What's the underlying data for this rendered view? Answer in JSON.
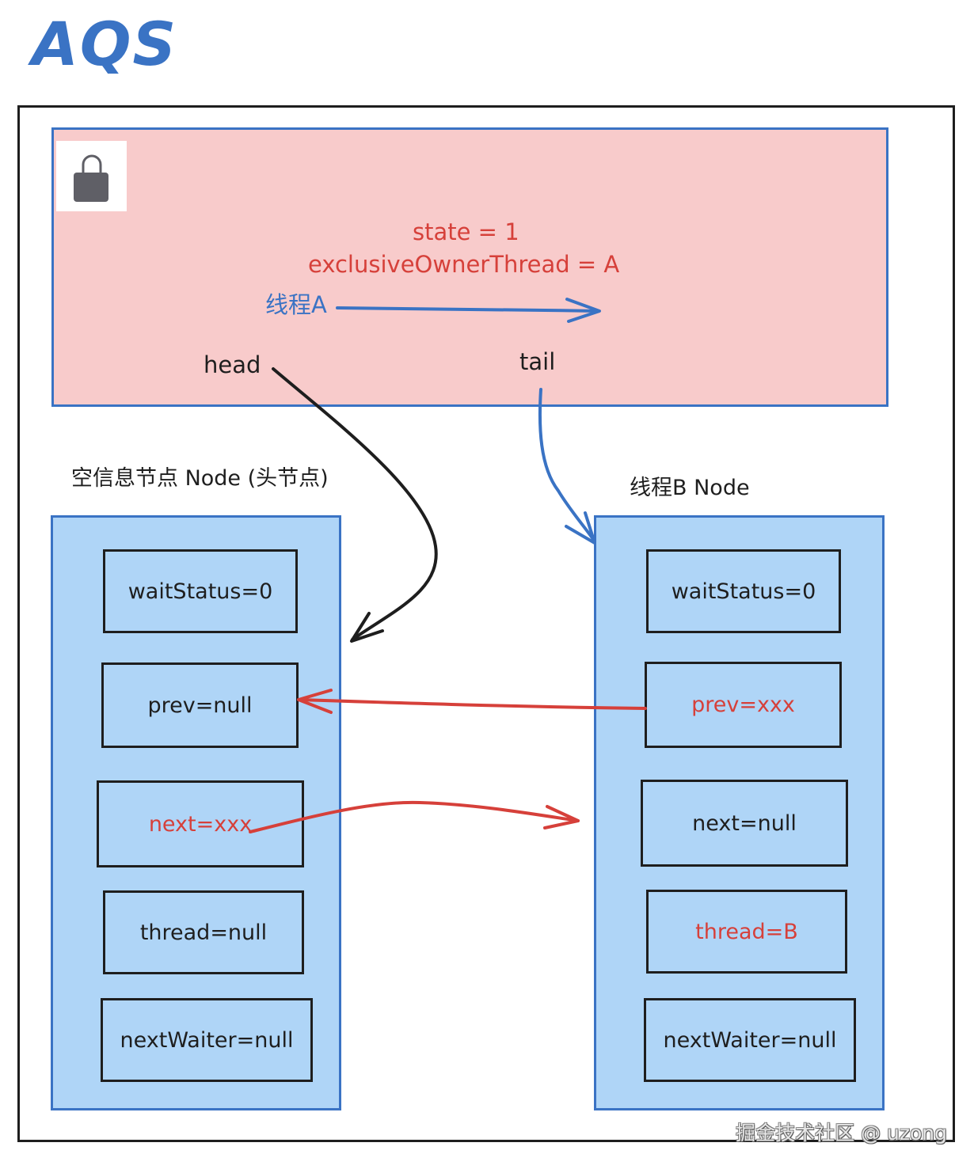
{
  "title": "AQS",
  "aqs": {
    "lock_icon": "lock-icon",
    "state_label": "state = 1",
    "owner_label": "exclusiveOwnerThread = A",
    "thread_a_label": "线程A",
    "head_label": "head",
    "tail_label": "tail"
  },
  "head_node": {
    "caption": "空信息节点 Node (头节点)",
    "fields": [
      {
        "text": "waitStatus=0",
        "highlight": false
      },
      {
        "text": "prev=null",
        "highlight": false
      },
      {
        "text": "next=xxx",
        "highlight": true
      },
      {
        "text": "thread=null",
        "highlight": false
      },
      {
        "text": "nextWaiter=null",
        "highlight": false
      }
    ]
  },
  "thread_b_node": {
    "caption": "线程B Node",
    "fields": [
      {
        "text": "waitStatus=0",
        "highlight": false
      },
      {
        "text": "prev=xxx",
        "highlight": true
      },
      {
        "text": "next=null",
        "highlight": false
      },
      {
        "text": "thread=B",
        "highlight": true
      },
      {
        "text": "nextWaiter=null",
        "highlight": false
      }
    ]
  },
  "arrows": {
    "thread_a_arrow": "thread A points to owner",
    "head_arrow": "head -> head node",
    "tail_arrow": "tail -> thread B node",
    "prev_arrow": "B.prev -> head node",
    "next_arrow": "head.next -> B node"
  },
  "colors": {
    "accent_blue": "#3a73c4",
    "highlight_red": "#d6403a",
    "aqs_fill": "#f8cbcb",
    "node_fill": "#afd5f7",
    "ink": "#1e1e1e"
  },
  "watermark": "掘金技术社区 @ uzong"
}
